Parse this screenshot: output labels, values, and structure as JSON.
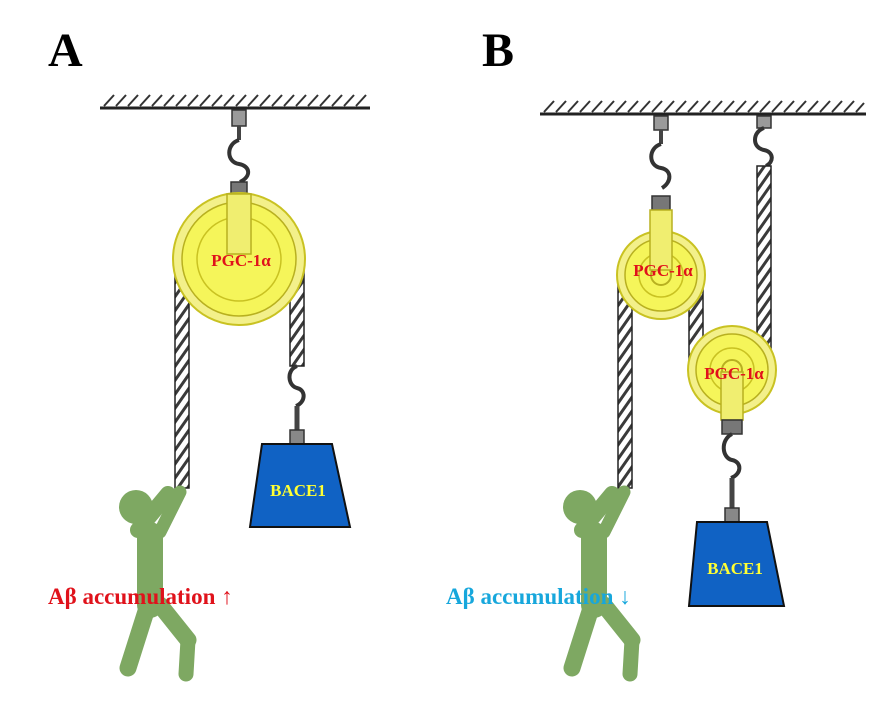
{
  "panels": {
    "a": {
      "label": "A",
      "pulley_label": "PGC-1α",
      "weight_label": "BACE1",
      "caption": "Aβ accumulation ↑"
    },
    "b": {
      "label": "B",
      "pulley_top_label": "PGC-1α",
      "pulley_bottom_label": "PGC-1α",
      "weight_label": "BACE1",
      "caption": "Aβ accumulation ↓"
    }
  },
  "colors": {
    "pulley_fill": "#f3f08a",
    "pulley_highlight": "#f5f55a",
    "pulley_label": "#e0121b",
    "weight_fill": "#1062c4",
    "weight_label": "#ffff33",
    "person": "#7ea862",
    "caption_increase": "#e0121b",
    "caption_decrease": "#17a7dc"
  },
  "icons": [
    "ceiling-hatch-icon",
    "hook-icon",
    "pulley-icon",
    "rope-icon",
    "weight-icon",
    "person-pulling-icon"
  ]
}
